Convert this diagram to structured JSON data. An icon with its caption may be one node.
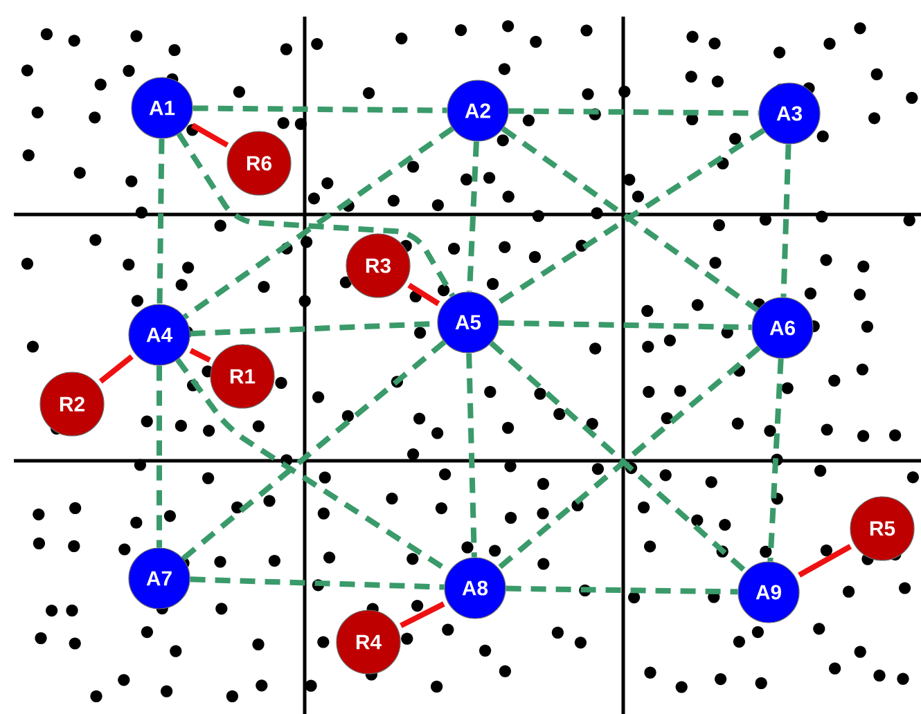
{
  "diagram": {
    "nodes": [
      {
        "text": [
          "A1"
        ]
      },
      {
        "text": [
          "A2"
        ]
      },
      {
        "text": [
          "A3"
        ]
      },
      {
        "text": [
          "A4"
        ]
      },
      {
        "text": [
          "A5"
        ]
      },
      {
        "text": [
          "A6"
        ]
      },
      {
        "text": [
          "A7"
        ]
      },
      {
        "text": [
          "A8"
        ]
      },
      {
        "text": [
          "A9"
        ]
      },
      {
        "text": [
          "R1"
        ]
      },
      {
        "text": [
          "R2"
        ]
      },
      {
        "text": [
          "R3"
        ]
      },
      {
        "text": [
          "R4"
        ]
      },
      {
        "text": [
          "R5"
        ]
      },
      {
        "text": [
          "R6"
        ]
      }
    ],
    "edges": [
      {
        "from": 0,
        "to": 1,
        "arrow": "none",
        "style": "dashed"
      },
      {
        "from": 1,
        "to": 2,
        "arrow": "none",
        "style": "dashed"
      },
      {
        "from": 0,
        "to": 3,
        "arrow": "none",
        "style": "dashed"
      },
      {
        "from": 1,
        "to": 4,
        "arrow": "none",
        "style": "dashed"
      },
      {
        "from": 2,
        "to": 5,
        "arrow": "none",
        "style": "dashed"
      },
      {
        "from": 3,
        "to": 4,
        "arrow": "none",
        "style": "dashed"
      },
      {
        "from": 4,
        "to": 5,
        "arrow": "none",
        "style": "dashed"
      },
      {
        "from": 3,
        "to": 6,
        "arrow": "none",
        "style": "dashed"
      },
      {
        "from": 4,
        "to": 7,
        "arrow": "none",
        "style": "dashed"
      },
      {
        "from": 5,
        "to": 8,
        "arrow": "none",
        "style": "dashed"
      },
      {
        "from": 6,
        "to": 7,
        "arrow": "none",
        "style": "dashed"
      },
      {
        "from": 7,
        "to": 8,
        "arrow": "none",
        "style": "dashed"
      },
      {
        "from": 0,
        "to": 4,
        "arrow": "none",
        "style": "dashed"
      },
      {
        "from": 1,
        "to": 3,
        "arrow": "none",
        "style": "dashed"
      },
      {
        "from": 1,
        "to": 5,
        "arrow": "none",
        "style": "dashed"
      },
      {
        "from": 2,
        "to": 4,
        "arrow": "none",
        "style": "dashed"
      },
      {
        "from": 3,
        "to": 7,
        "arrow": "none",
        "style": "dashed"
      },
      {
        "from": 4,
        "to": 6,
        "arrow": "none",
        "style": "dashed"
      },
      {
        "from": 4,
        "to": 8,
        "arrow": "none",
        "style": "dashed"
      },
      {
        "from": 5,
        "to": 7,
        "arrow": "none",
        "style": "dashed"
      },
      {
        "from": 0,
        "to": 14,
        "arrow": "none",
        "color": "#ee1111"
      },
      {
        "from": 3,
        "to": 9,
        "arrow": "none",
        "color": "#ee1111"
      },
      {
        "from": 3,
        "to": 10,
        "arrow": "none",
        "color": "#ee1111"
      },
      {
        "from": 4,
        "to": 11,
        "arrow": "none",
        "color": "#ee1111"
      },
      {
        "from": 7,
        "to": 12,
        "arrow": "none",
        "color": "#ee1111"
      },
      {
        "from": 8,
        "to": 13,
        "arrow": "none",
        "color": "#ee1111"
      }
    ]
  }
}
